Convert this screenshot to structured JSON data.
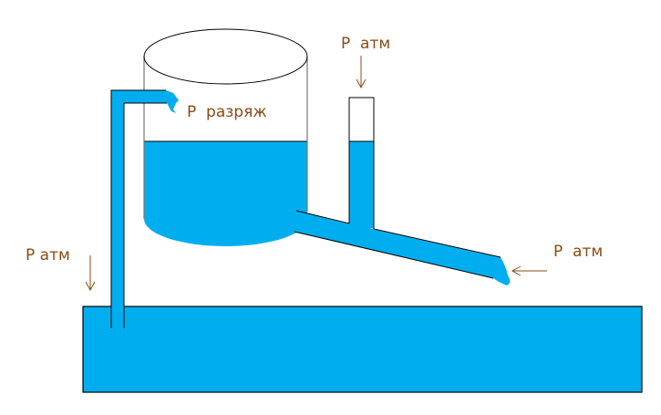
{
  "labels": {
    "tank_pressure": "Р  разряж",
    "standpipe_pressure": "Р  атм",
    "reservoir_pressure": "Р атм",
    "outlet_pressure": "Р  атм"
  },
  "colors": {
    "water": "#00aeef",
    "text": "#8a4b14",
    "outline": "#000000"
  }
}
